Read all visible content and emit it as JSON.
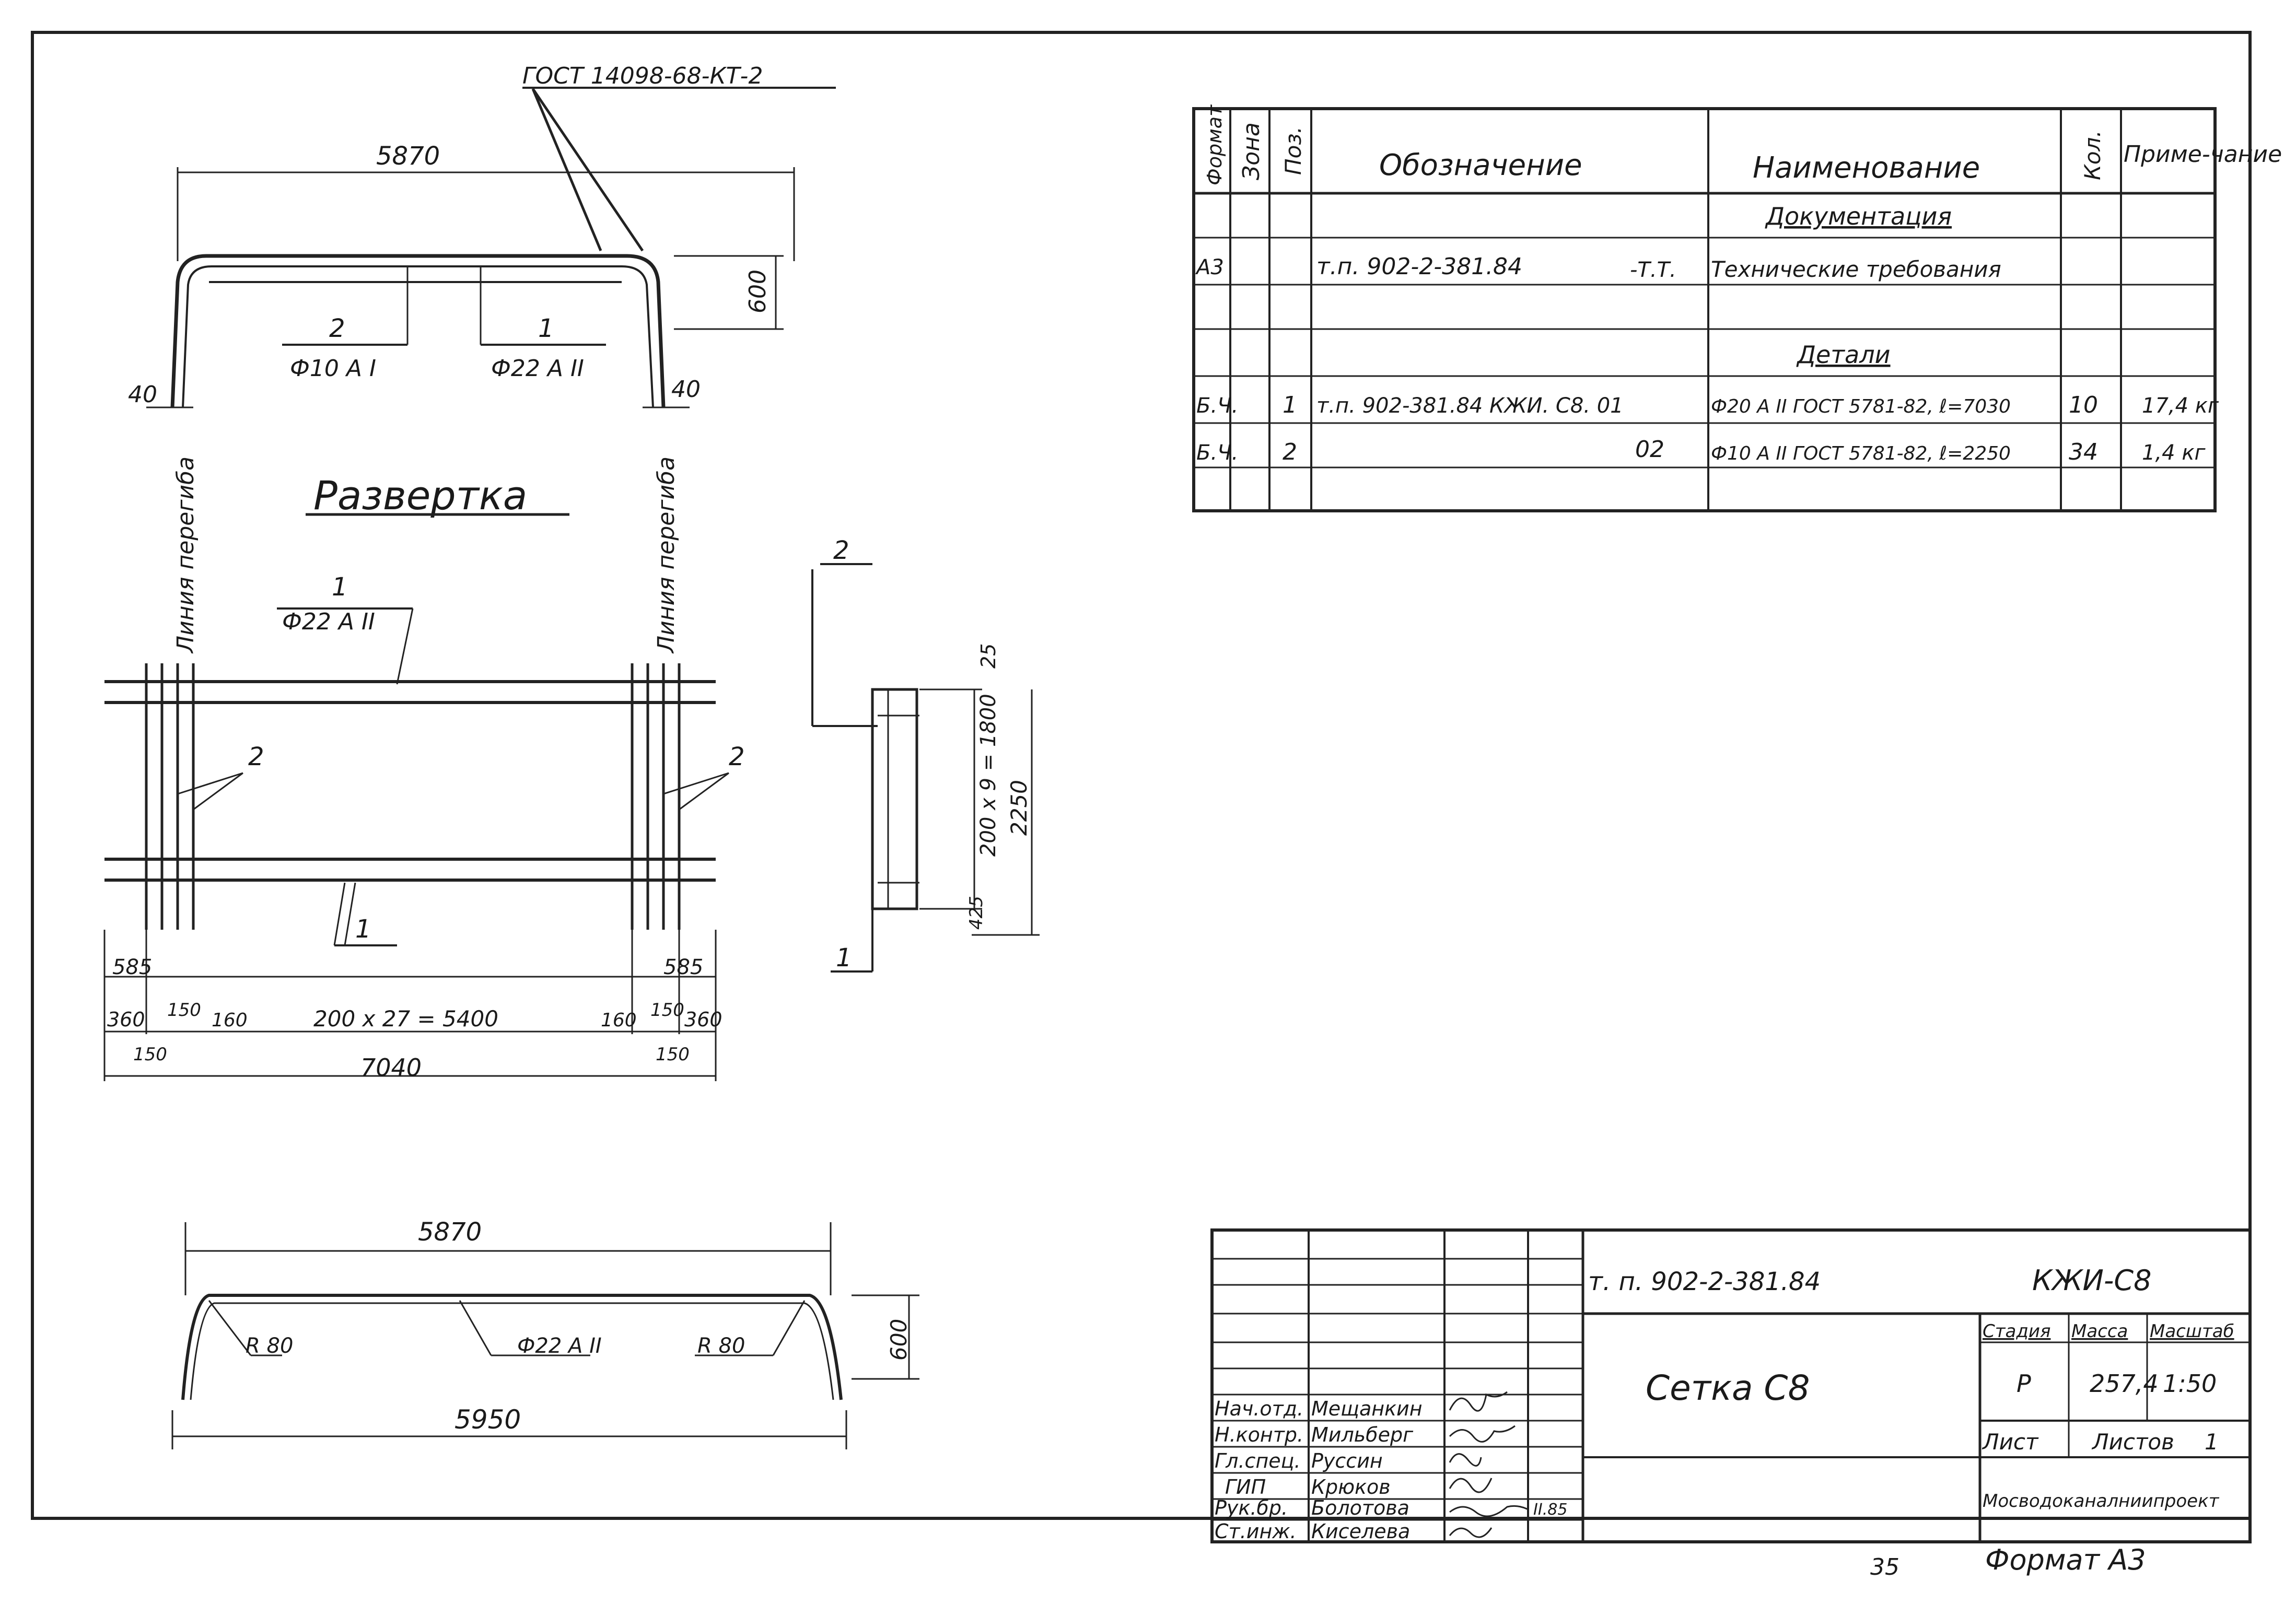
{
  "top_view": {
    "gost_ref": "ГОСТ 14098-68-КТ-2",
    "length": "5870",
    "height": "600",
    "left_end": "40",
    "right_end": "40",
    "pos2_num": "2",
    "pos2_dia": "Ф10 А I",
    "pos1_num": "1",
    "pos1_dia": "Ф22 А II"
  },
  "development": {
    "title": "Развертка",
    "fold_line_left": "Линия перегиба",
    "fold_line_right": "Линия перегиба",
    "pos1_num": "1",
    "pos1_dia": "Ф22 А II",
    "pos2_left": "2",
    "pos2_right": "2",
    "pos1_bottom": "1",
    "dim_585_left": "585",
    "dim_585_right": "585",
    "dim_360_left": "360",
    "dim_150_left": "150",
    "dim_160_left": "160",
    "dim_spacing": "200 х 27 = 5400",
    "dim_160_right": "160",
    "dim_150_right": "150",
    "dim_360_right": "360",
    "dim_150_under_left": "150",
    "dim_150_under_right": "150",
    "total": "7040"
  },
  "section": {
    "pos2": "2",
    "pos1": "1",
    "dim_25": "25",
    "dim_spacing": "200 х 9 = 1800",
    "dim_total": "2250",
    "dim_425": "425"
  },
  "bottom_view": {
    "length_top": "5870",
    "length_bottom": "5950",
    "height": "600",
    "radius_left": "R 80",
    "radius_right": "R 80",
    "bar": "Ф22 А II"
  },
  "spec_table": {
    "headers": {
      "format": "Формат",
      "zone": "Зона",
      "pos": "Поз.",
      "designation": "Обозначение",
      "name": "Наименование",
      "qty": "Кол.",
      "note": "Приме-чание"
    },
    "section_docs": "Документация",
    "section_parts": "Детали",
    "rows": [
      {
        "format": "А3",
        "zone": "",
        "pos": "",
        "designation": "т.п. 902-2-381.84",
        "designation_suffix": "-Т.Т.",
        "name": "Технические требования",
        "qty": "",
        "note": ""
      },
      {
        "format": "Б.Ч.",
        "zone": "",
        "pos": "1",
        "designation": "т.п. 902-381.84 КЖИ. С8. 01",
        "designation_suffix": "",
        "name": "Ф20 А II ГОСТ 5781-82, ℓ=7030",
        "qty": "10",
        "note": "17,4 кг"
      },
      {
        "format": "Б.Ч.",
        "zone": "",
        "pos": "2",
        "designation": "",
        "designation_suffix": "02",
        "name": "Ф10 А II ГОСТ 5781-82, ℓ=2250",
        "qty": "34",
        "note": "1,4 кг"
      }
    ]
  },
  "title_block": {
    "doc_code": "т. п. 902-2-381.84",
    "sheet_code": "КЖИ-С8",
    "title": "Сетка С8",
    "stage_label": "Стадия",
    "mass_label": "Масса",
    "scale_label": "Масштаб",
    "stage": "Р",
    "mass": "257,4",
    "scale": "1:50",
    "sheet_label": "Лист",
    "sheets_label": "Листов",
    "sheets": "1",
    "org": "Мосводоканалниипроект",
    "staff": [
      {
        "role": "Нач.отд.",
        "name": "Мещанкин"
      },
      {
        "role": "Н.контр.",
        "name": "Мильберг"
      },
      {
        "role": "Гл.спец.",
        "name": "Руссин"
      },
      {
        "role": "ГИП",
        "name": "Крюков"
      },
      {
        "role": "Рук.бр.",
        "name": "Болотова"
      },
      {
        "role": "Ст.инж.",
        "name": "Киселева"
      }
    ],
    "date": "II.85"
  },
  "page_number": "35",
  "format_label": "Формат А3"
}
